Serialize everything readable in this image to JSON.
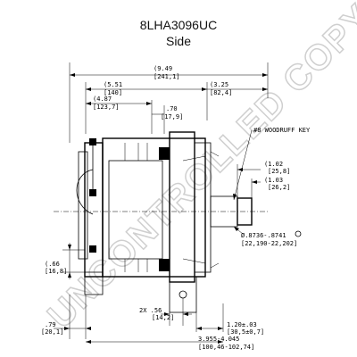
{
  "header": {
    "title": "8LHA3096UC",
    "subtitle": "Side"
  },
  "watermark": "UNCONTROLLED COPY",
  "dimensions": {
    "overall_width": "(9.49",
    "overall_width_mm": "[241,1]",
    "left_section": "(5.51",
    "left_section_mm": "[140]",
    "right_section": "(3.25",
    "right_section_mm": "[82,4]",
    "mount_offset": "(4.87",
    "mount_offset_mm": "[123,7]",
    "small_offset": ".70",
    "small_offset_mm": "[17,9]",
    "woodruff_key": "#8 WOODRUFF KEY",
    "shaft_1": "(1.02",
    "shaft_1_mm": "[25,8]",
    "shaft_2": "(1.03",
    "shaft_2_mm": "[26,2]",
    "shaft_dia": "Ø.8736-.8741",
    "shaft_dia_mm": "[22,190-22,202]",
    "foot_height": "(.66",
    "foot_height_mm": "[16,8]",
    "bottom_left": ".79",
    "bottom_left_mm": "[20,1]",
    "hole_spacing": "2X .56",
    "hole_spacing_mm": "[14,2]",
    "mount_hole": "1.20±.03",
    "mount_hole_mm": "[30,5±0,7]",
    "bottom_width": "3.955-4.045",
    "bottom_width_mm": "[100,46-102,74]"
  }
}
